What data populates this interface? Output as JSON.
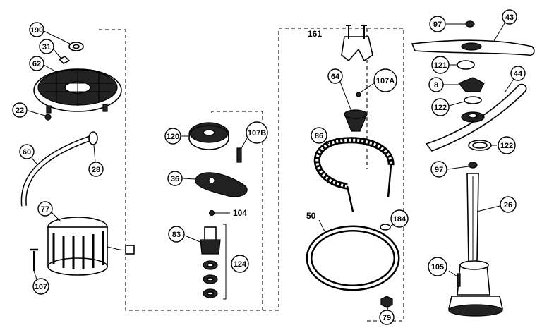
{
  "labels": {
    "l190": "190",
    "l31": "31",
    "l62": "62",
    "l22": "22",
    "l60": "60",
    "l28": "28",
    "l77": "77",
    "l107": "107",
    "l120": "120",
    "l107b": "107B",
    "l36": "36",
    "l104": "104",
    "l83": "83",
    "l124": "124",
    "l161": "161",
    "l64": "64",
    "l107a": "107A",
    "l86": "86",
    "l50": "50",
    "l184": "184",
    "l79": "79",
    "l97a": "97",
    "l43": "43",
    "l121": "121",
    "l8": "8",
    "l122a": "122",
    "l44": "44",
    "l122b": "122",
    "l97b": "97",
    "l26": "26",
    "l105": "105"
  }
}
